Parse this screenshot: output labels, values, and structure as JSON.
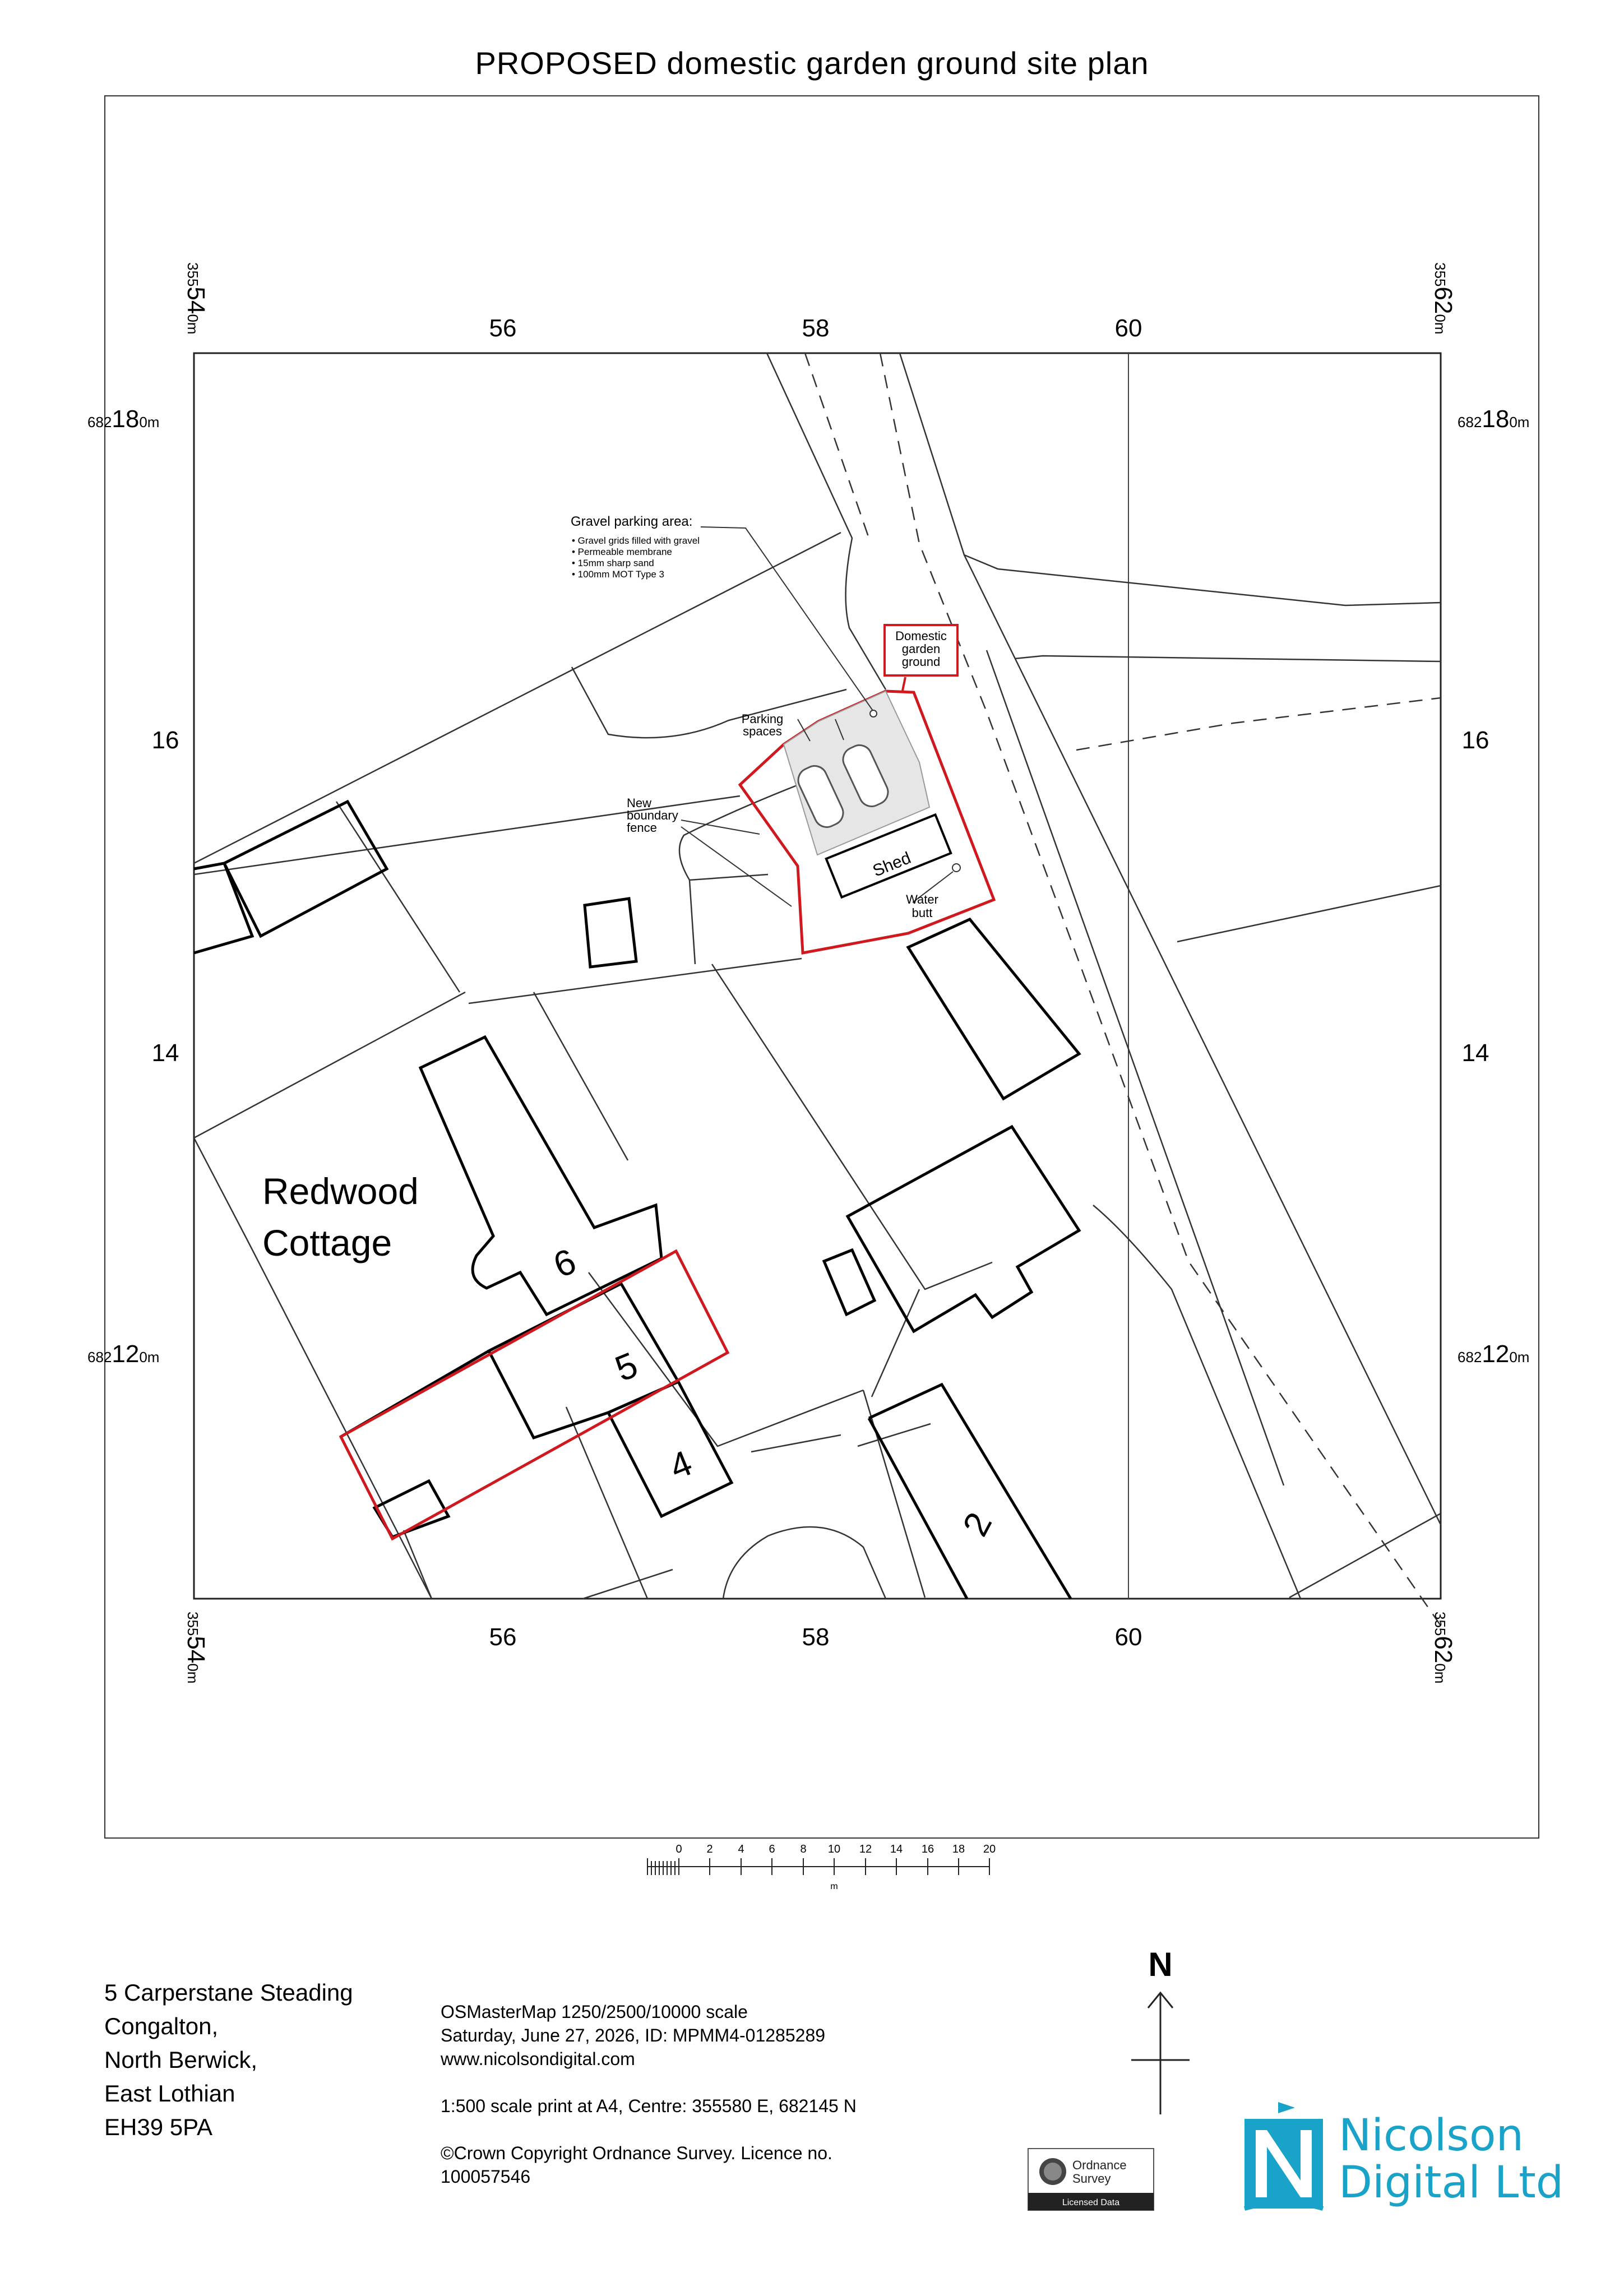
{
  "title": "PROPOSED domestic garden ground site plan",
  "grid": {
    "top_eastings": [
      "56",
      "58",
      "60"
    ],
    "bottom_eastings": [
      "56",
      "58",
      "60"
    ],
    "left_northings": [
      "16",
      "14"
    ],
    "right_northings": [
      "16",
      "14"
    ],
    "corner_e_left": {
      "prefix": "355",
      "major": "54",
      "suffix": "0m"
    },
    "corner_e_right": {
      "prefix": "355",
      "major": "62",
      "suffix": "0m"
    },
    "corner_n_top": {
      "prefix": "682",
      "major": "18",
      "suffix": "0m"
    },
    "corner_n_bottom": {
      "prefix": "682",
      "major": "12",
      "suffix": "0m"
    }
  },
  "labels": {
    "place_name_line1": "Redwood",
    "place_name_line2": "Cottage",
    "house_6": "6",
    "house_5": "5",
    "house_4": "4",
    "house_2": "2",
    "shed": "Shed",
    "gravel_title": "Gravel parking area:",
    "gravel_items": [
      "• Gravel grids filled with gravel",
      "• Permeable membrane",
      "• 15mm sharp sand",
      "• 100mm MOT Type 3"
    ],
    "domestic_line1": "Domestic",
    "domestic_line2": "garden",
    "domestic_line3": "ground",
    "parking_line1": "Parking",
    "parking_line2": "spaces",
    "fence_line1": "New",
    "fence_line2": "boundary",
    "fence_line3": "fence",
    "water_line1": "Water",
    "water_line2": "butt"
  },
  "scale_bar": {
    "ticks": [
      "0",
      "2",
      "4",
      "6",
      "8",
      "10",
      "12",
      "14",
      "16",
      "18",
      "20"
    ],
    "unit": "m"
  },
  "north_label": "N",
  "address": [
    "5 Carperstane Steading",
    "Congalton,",
    "North Berwick,",
    "East Lothian",
    "EH39 5PA"
  ],
  "info": {
    "line1": "OSMasterMap  1250/2500/10000 scale",
    "line2": "Saturday,  June 27, 2026, ID: MPMM4-01285289",
    "line3": " www.nicolsondigital.com",
    "line4": "1:500 scale print  at A4, Centre: 355580 E, 682145 N",
    "line5": "©Crown Copyright Ordnance Survey. Licence no.",
    "line6": "100057546"
  },
  "os_badge": {
    "line1": "Ordnance",
    "line2": "Survey",
    "footer": "Licensed Data"
  },
  "logo": {
    "line1": "Nicolson",
    "line2": "Digital Ltd"
  },
  "colors": {
    "boundary_red": "#d0191e",
    "logo_blue": "#1aa3c8",
    "gravel_fill": "#e6e6e6"
  }
}
